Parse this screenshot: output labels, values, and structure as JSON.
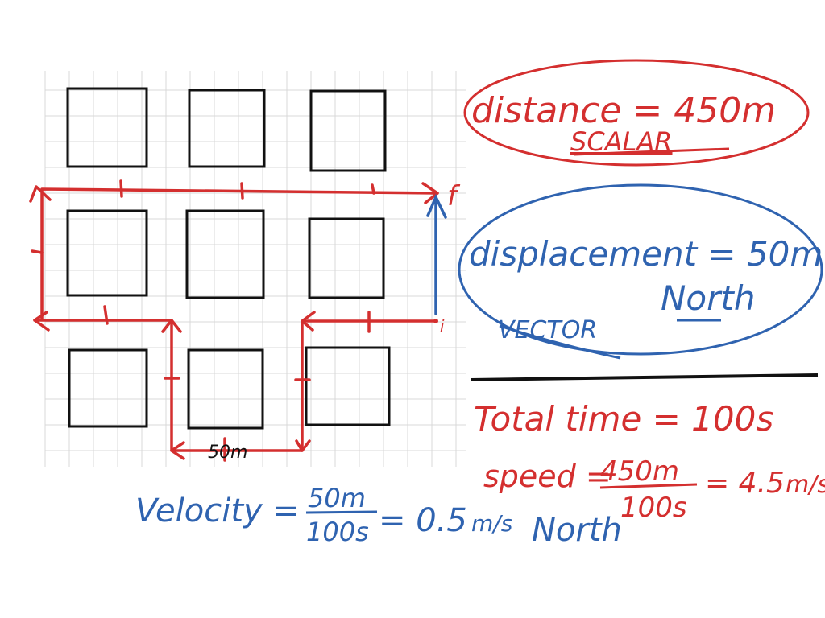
{
  "colors": {
    "red": "#d42f2f",
    "blue": "#2f63b0",
    "black": "#111111",
    "grid": "#d9d9d9"
  },
  "diagram": {
    "segment_label": "50m",
    "final_label": "f",
    "initial_label": "i"
  },
  "notes": {
    "distance": "distance = 450m",
    "scalar": "SCALAR",
    "displacement": "displacement = 50m",
    "north": "North",
    "vector": "VECTOR",
    "total_time": "Total time = 100s",
    "speed_label": "speed =",
    "speed_num": "450m",
    "speed_den": "100s",
    "speed_result": "= 4.5",
    "speed_unit": "m/s",
    "velocity_label": "Velocity =",
    "velocity_num": "50m",
    "velocity_den": "100s",
    "velocity_result": "= 0.5",
    "velocity_unit": "m/s",
    "velocity_dir": "North"
  }
}
